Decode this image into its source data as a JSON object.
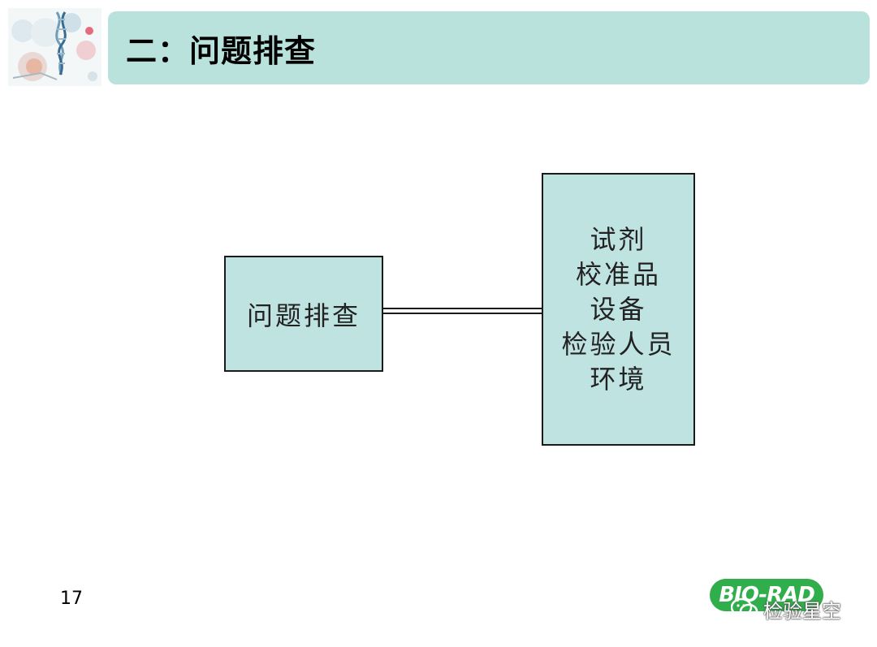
{
  "slide": {
    "title": "二：问题排查",
    "page_number": "17"
  },
  "diagram": {
    "left_box": "问题排查",
    "right_box": [
      "试剂",
      "校准品",
      "设备",
      "检验人员",
      "环境"
    ]
  },
  "branding": {
    "logo_text": "BIO-RAD",
    "watermark": "检验星空",
    "logo_color": "#2fae4b"
  },
  "colors": {
    "title_bar": "#b9e2dd",
    "box_fill": "#bfe3e1"
  }
}
